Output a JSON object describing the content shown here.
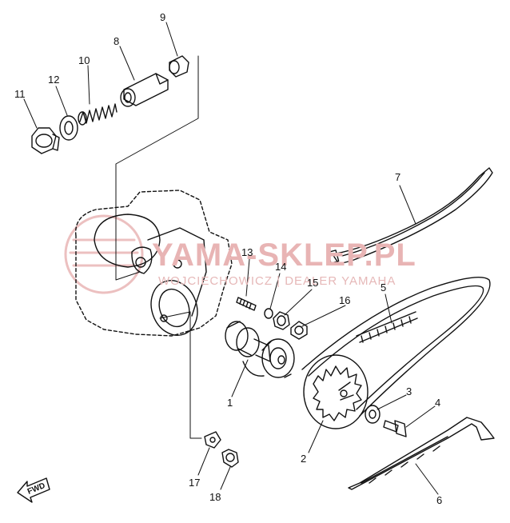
{
  "watermark": {
    "title": "YAMA-SKLEP.PL",
    "subtitle": "WOJCIECHOWICZ | DEALER YAMAHA"
  },
  "direction_marker": "FWD",
  "callouts": {
    "n1": "1",
    "n2": "2",
    "n3": "3",
    "n4": "4",
    "n5": "5",
    "n6": "6",
    "n7": "7",
    "n8": "8",
    "n9": "9",
    "n10": "10",
    "n11": "11",
    "n12": "12",
    "n13": "13",
    "n14": "14",
    "n15": "15",
    "n16": "16",
    "n17": "17",
    "n18": "18"
  },
  "colors": {
    "line": "#111111",
    "watermark": "#e8b4b4"
  }
}
